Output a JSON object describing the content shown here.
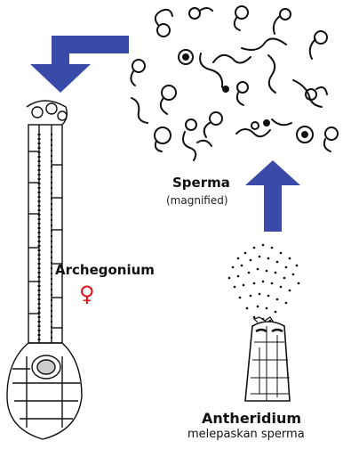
{
  "sperm": {
    "title": "Sperma",
    "subtitle": "(magnified)"
  },
  "archegonium": {
    "title": "Archegonium",
    "symbol": "♀"
  },
  "antheridium": {
    "title": "Antheridium",
    "subtitle": "melepaskan sperma"
  },
  "colors": {
    "arrow": "#3a4aa8",
    "female_symbol": "#e0141c",
    "ink": "#111111"
  }
}
